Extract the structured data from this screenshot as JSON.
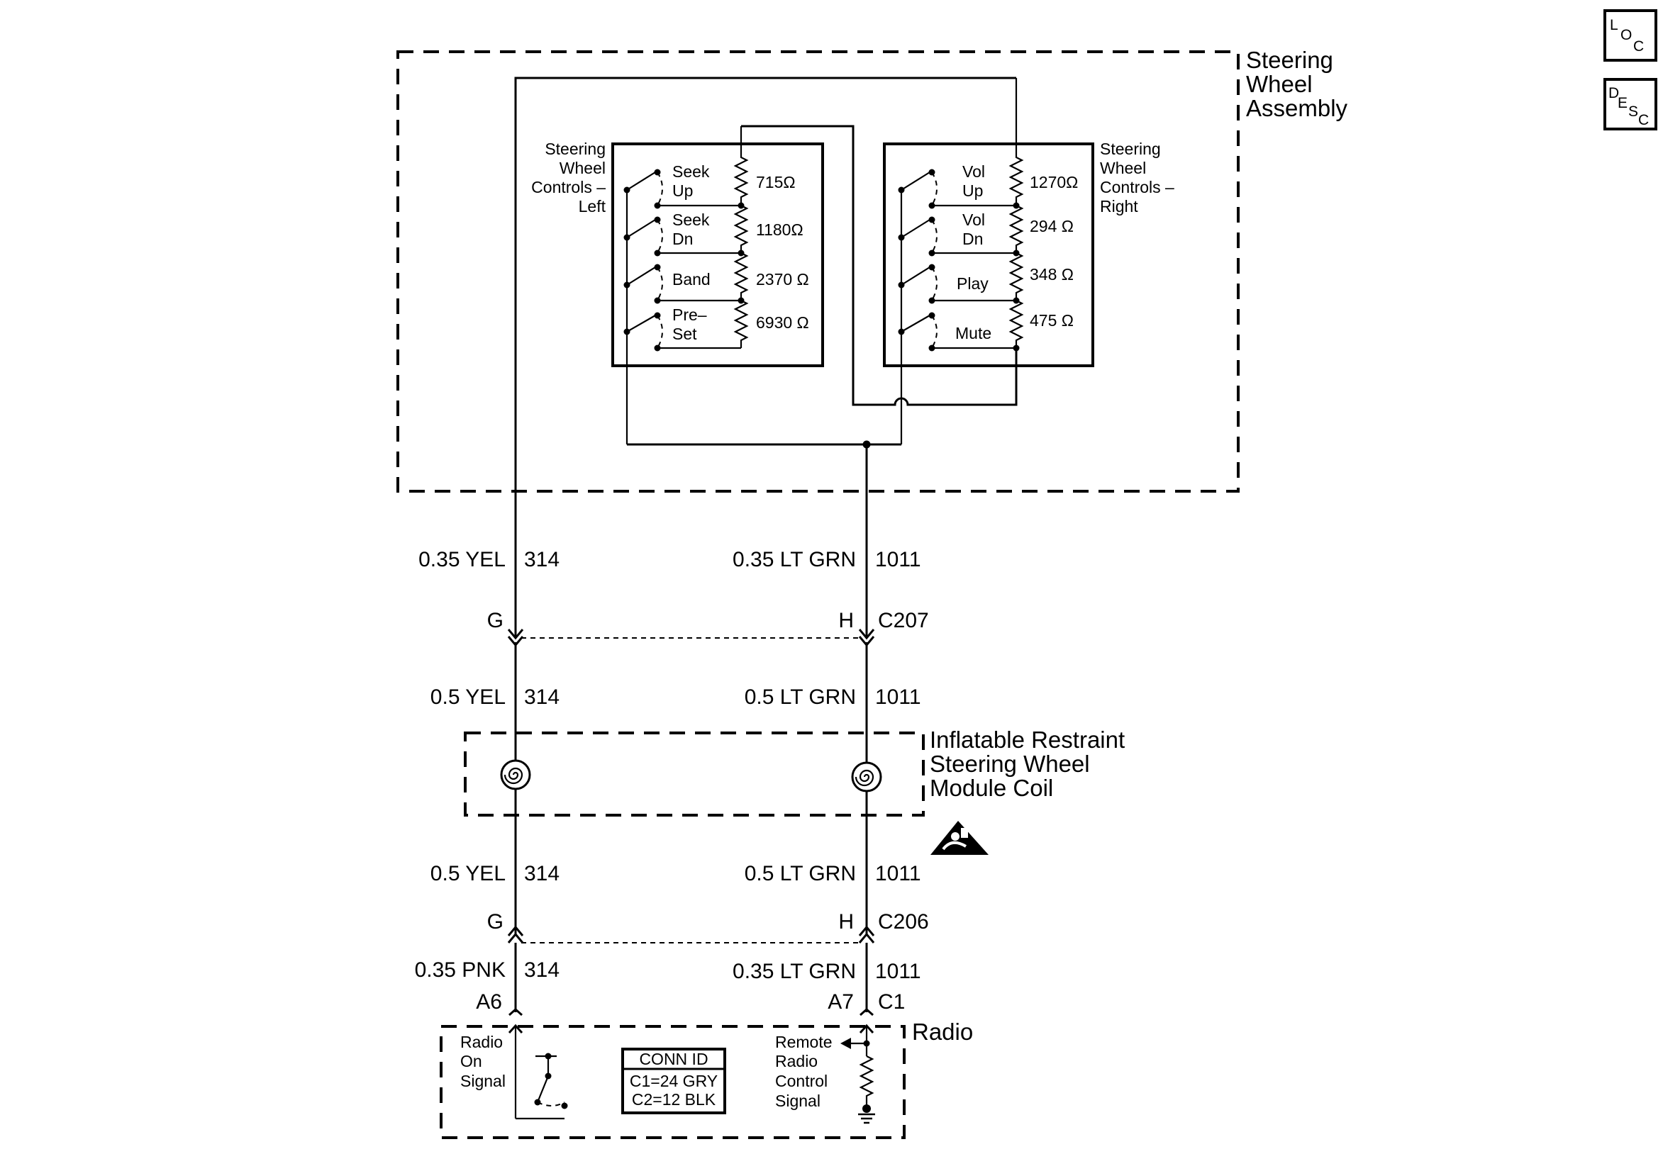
{
  "icons": {
    "loc": {
      "l1": "L",
      "l2": "O",
      "l3": "C"
    },
    "desc": {
      "l1": "D",
      "l2": "E",
      "l3": "S",
      "l4": "C"
    }
  },
  "steering_wheel_assembly": {
    "title": [
      "Steering",
      "Wheel",
      "Assembly"
    ],
    "left_controls": {
      "title": [
        "Steering",
        "Wheel",
        "Controls –",
        "Left"
      ],
      "switches": [
        {
          "label": [
            "Seek",
            "Up"
          ],
          "resistance": "715Ω"
        },
        {
          "label": [
            "Seek",
            "Dn"
          ],
          "resistance": "1180Ω"
        },
        {
          "label": [
            "Band"
          ],
          "resistance": "2370 Ω"
        },
        {
          "label": [
            "Pre–",
            "Set"
          ],
          "resistance": "6930 Ω"
        }
      ]
    },
    "right_controls": {
      "title": [
        "Steering",
        "Wheel",
        "Controls –",
        "Right"
      ],
      "switches": [
        {
          "label": [
            "Vol",
            "Up"
          ],
          "resistance": "1270Ω"
        },
        {
          "label": [
            "Vol",
            "Dn"
          ],
          "resistance": "294 Ω"
        },
        {
          "label": [
            "Play"
          ],
          "resistance": "348 Ω"
        },
        {
          "label": [
            "Mute"
          ],
          "resistance": "475 Ω"
        }
      ]
    }
  },
  "wires": {
    "upper": {
      "left_color": "0.35 YEL",
      "left_circuit": "314",
      "right_color": "0.35 LT GRN",
      "right_circuit": "1011"
    },
    "c207": {
      "left_pin": "G",
      "right_pin": "H",
      "name": "C207"
    },
    "mid_upper": {
      "left_color": "0.5 YEL",
      "left_circuit": "314",
      "right_color": "0.5 LT GRN",
      "right_circuit": "1011"
    },
    "mid_lower": {
      "left_color": "0.5 YEL",
      "left_circuit": "314",
      "right_color": "0.5 LT GRN",
      "right_circuit": "1011"
    },
    "c206": {
      "left_pin": "G",
      "right_pin": "H",
      "name": "C206"
    },
    "lower": {
      "left_color": "0.35 PNK",
      "left_circuit": "314",
      "right_color": "0.35 LT GRN",
      "right_circuit": "1011"
    },
    "c1": {
      "left_pin": "A6",
      "right_pin": "A7",
      "name": "C1"
    }
  },
  "coil": {
    "title": [
      "Inflatable Restraint",
      "Steering Wheel",
      "Module Coil"
    ]
  },
  "radio": {
    "title": "Radio",
    "on_signal": [
      "Radio",
      "On",
      "Signal"
    ],
    "remote_signal": [
      "Remote",
      "Radio",
      "Control",
      "Signal"
    ],
    "conn_id": {
      "header": "CONN ID",
      "rows": [
        "C1=24 GRY",
        "C2=12 BLK"
      ]
    }
  }
}
